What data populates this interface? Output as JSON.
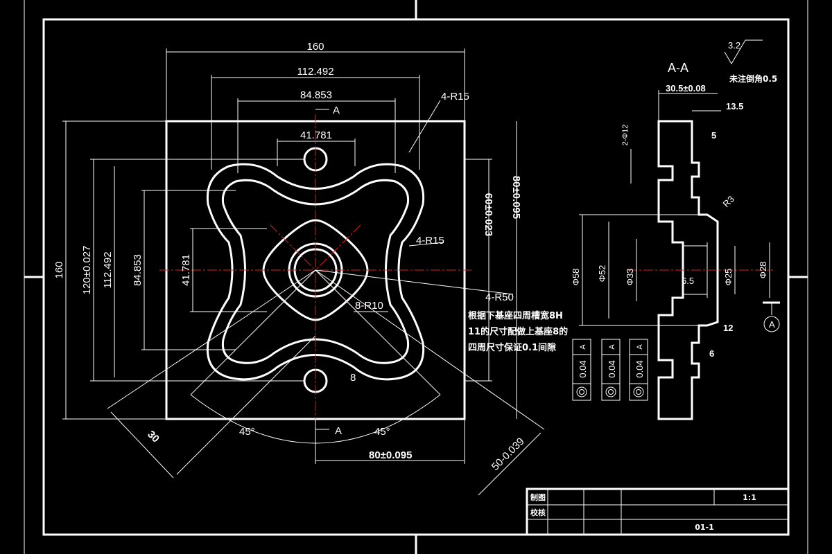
{
  "top_view": {
    "dim_160_top": "160",
    "dim_112_top": "112.492",
    "dim_84_top": "84.853",
    "dim_41_top": "41.781",
    "dim_160_left": "160",
    "dim_120_left": "120±0.027",
    "dim_112_left": "112.492",
    "dim_84_left": "84.853",
    "dim_41_left": "41.781",
    "dim_60_right": "60±0.023",
    "dim_80_right": "80±0.095",
    "dim_80_bottom": "80±0.095",
    "dim_50_diag": "50-0.039",
    "dim_30_diag": "30",
    "dim_8": "8",
    "r_4r15_top": "4-R15",
    "r_4r15_mid": "4-R15",
    "r_4r50": "4-R50",
    "r_8r10": "8-R10",
    "angle_left": "45°",
    "angle_right": "45°",
    "section_mark_top": "A",
    "section_mark_bottom": "A"
  },
  "note": {
    "line1": "根据下基座四周槽宽8H",
    "line2": "11的尺寸配做上基座8的",
    "line3": "四周尺寸保证0.1间隙"
  },
  "section": {
    "title": "A-A",
    "dim_30_5": "30.5±0.08",
    "dim_13_5": "13.5",
    "dim_5": "5",
    "dim_2_phi12": "2-Φ12",
    "r3": "R3",
    "dim_phi58": "Φ58",
    "dim_phi52": "Φ52",
    "dim_phi33": "Φ33",
    "dim_6_5": "6.5",
    "dim_phi25": "Φ25",
    "dim_phi28": "Φ28",
    "dim_12": "12",
    "dim_6": "6",
    "datum": "A"
  },
  "roughness": {
    "value": "3.2",
    "note": "未注倒角0.5"
  },
  "tolerances": [
    {
      "value": "0.04",
      "datum": "A"
    },
    {
      "value": "0.04",
      "datum": "A"
    },
    {
      "value": "0.04",
      "datum": "A"
    }
  ],
  "title_block": {
    "drawn_label": "制图",
    "checked_label": "校核",
    "scale": "1:1",
    "drawing_no": "01-1"
  }
}
